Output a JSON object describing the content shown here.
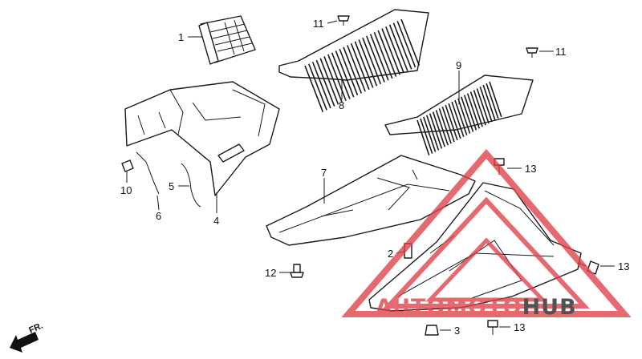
{
  "diagram": {
    "callouts": [
      {
        "id": "c1",
        "label": "1"
      },
      {
        "id": "c2",
        "label": "2"
      },
      {
        "id": "c3",
        "label": "3"
      },
      {
        "id": "c4",
        "label": "4"
      },
      {
        "id": "c5",
        "label": "5"
      },
      {
        "id": "c6",
        "label": "6"
      },
      {
        "id": "c7",
        "label": "7"
      },
      {
        "id": "c8",
        "label": "8"
      },
      {
        "id": "c9",
        "label": "9"
      },
      {
        "id": "c10",
        "label": "10"
      },
      {
        "id": "c11a",
        "label": "11"
      },
      {
        "id": "c11b",
        "label": "11"
      },
      {
        "id": "c12",
        "label": "12"
      },
      {
        "id": "c13a",
        "label": "13"
      },
      {
        "id": "c13b",
        "label": "13"
      },
      {
        "id": "c13c",
        "label": "13"
      }
    ],
    "direction_label": "FR.",
    "watermark": {
      "part1": "AUTOMOTO",
      "part2": "HUB",
      "color_red": "#e04048",
      "color_dark": "#222222"
    }
  }
}
